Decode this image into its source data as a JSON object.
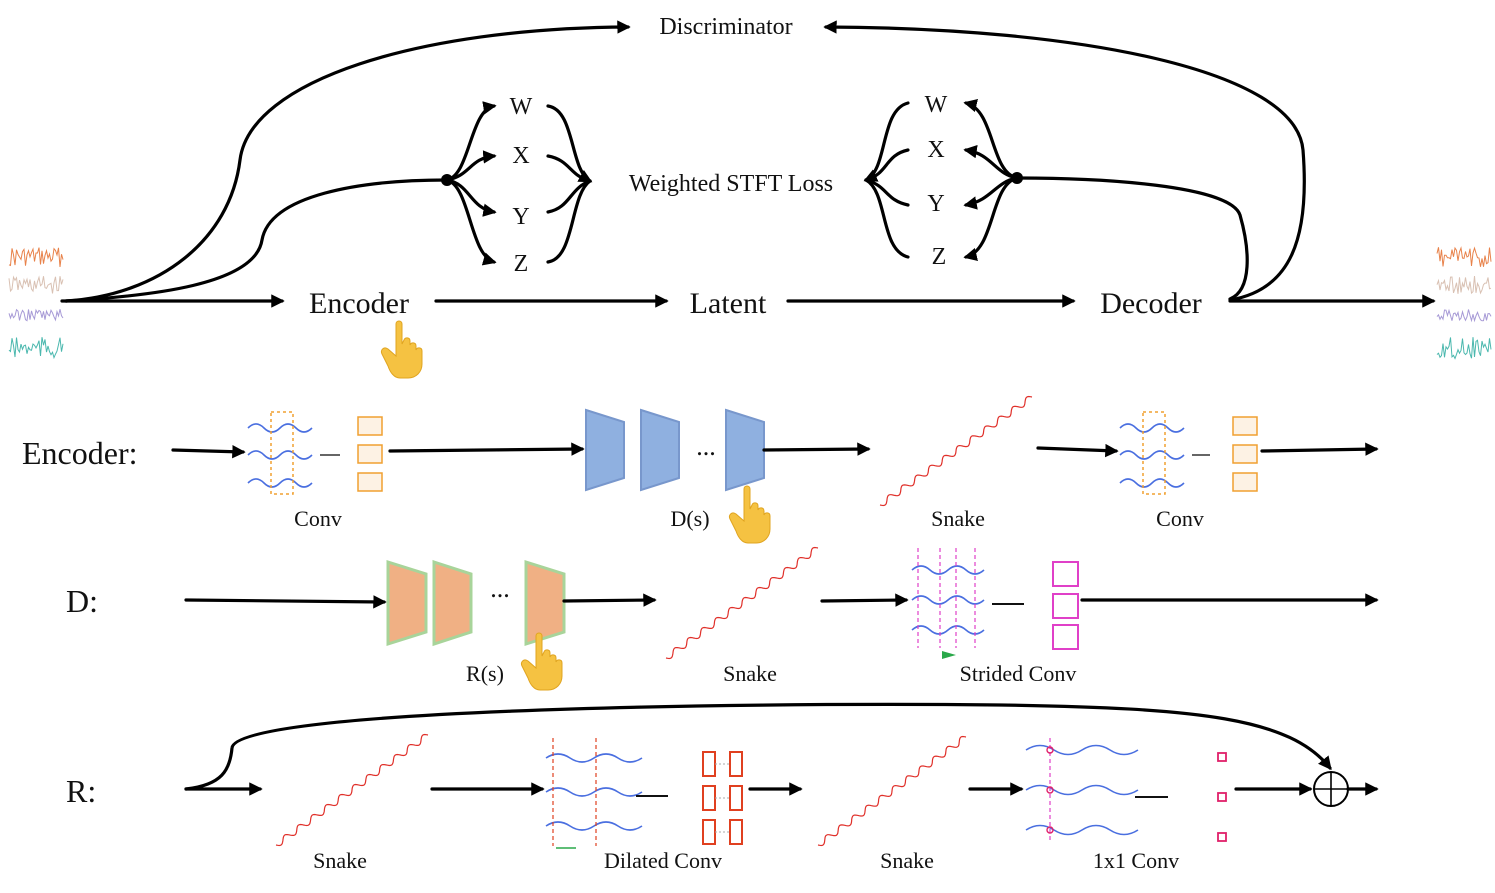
{
  "top": {
    "discriminator": "Discriminator",
    "loss": "Weighted STFT Loss",
    "left_bands": [
      "W",
      "X",
      "Y",
      "Z"
    ],
    "right_bands": [
      "W",
      "X",
      "Y",
      "Z"
    ],
    "encoder": "Encoder",
    "latent": "Latent",
    "decoder": "Decoder"
  },
  "rows": {
    "encoder": {
      "label": "Encoder:",
      "items": [
        "Conv",
        "D(s)",
        "Snake",
        "Conv"
      ]
    },
    "d": {
      "label": "D:",
      "items": [
        "R(s)",
        "Snake",
        "Strided Conv"
      ]
    },
    "r": {
      "label": "R:",
      "items": [
        "Snake",
        "Dilated Conv",
        "Snake",
        "1x1 Conv"
      ]
    }
  },
  "ellipsis": "...",
  "colors": {
    "waveform_bands": [
      "#e8824a",
      "#d9c1b3",
      "#a79ad6",
      "#4bb8ae"
    ],
    "downsample_block": "#8fb0e0",
    "residual_block": "#f0b084",
    "residual_block_border": "#a8d49a",
    "snake_curve": "#e0302a",
    "conv_kernel": "#f0a030",
    "strided_kernel": "#e040c8",
    "dilated_kernel": "#e04020",
    "pointwise_kernel": "#e0206a",
    "hand_cursor": "#f5c242"
  }
}
